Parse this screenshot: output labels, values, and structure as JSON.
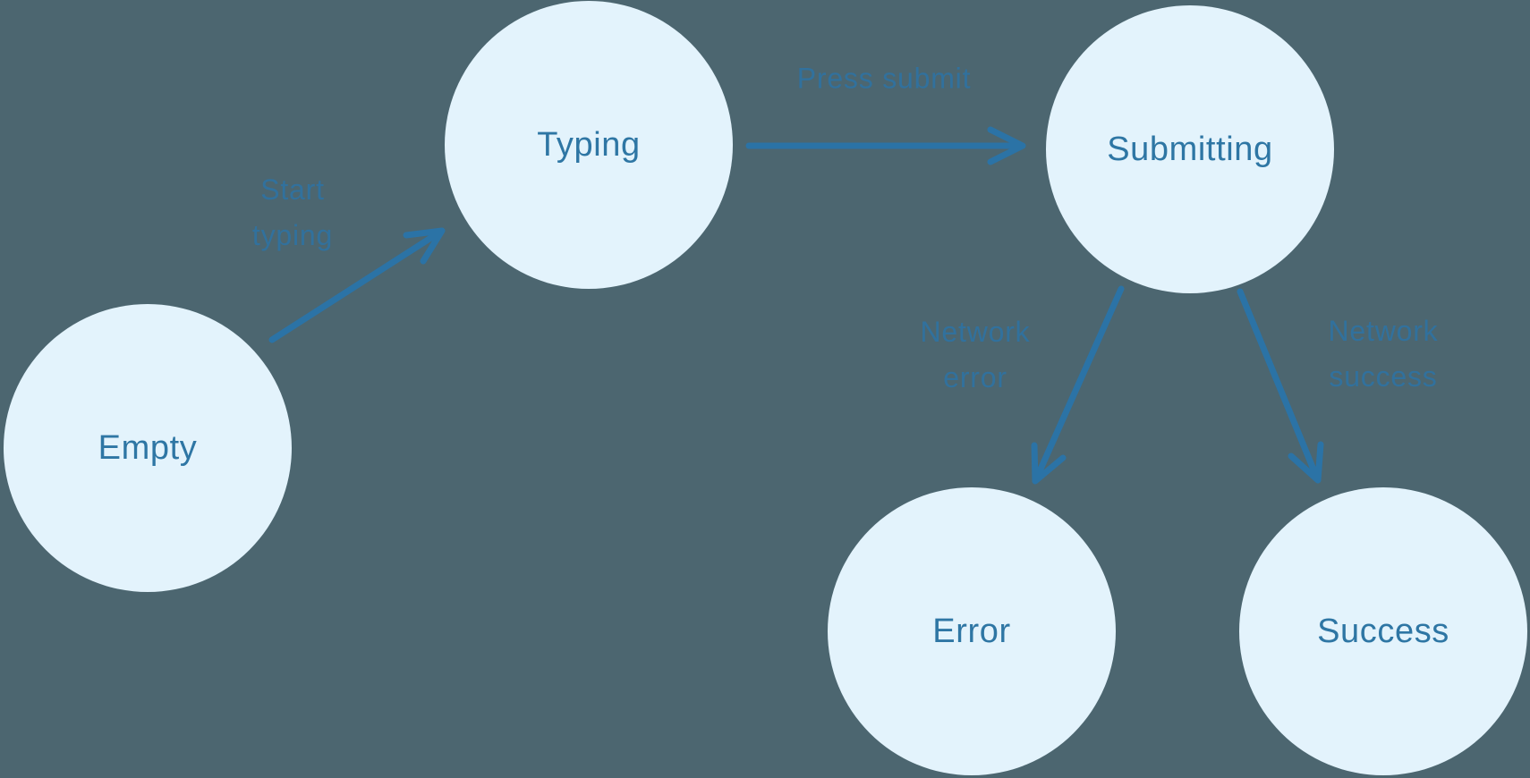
{
  "diagram": {
    "type": "state-machine",
    "colors": {
      "background": "#4C6670",
      "node_fill": "#E3F3FC",
      "node_text": "#2E76A4",
      "arrow": "#2B73A6",
      "edge_label_text": "#31719D"
    },
    "nodes": [
      {
        "id": "empty",
        "label": "Empty"
      },
      {
        "id": "typing",
        "label": "Typing"
      },
      {
        "id": "submitting",
        "label": "Submitting"
      },
      {
        "id": "error",
        "label": "Error"
      },
      {
        "id": "success",
        "label": "Success"
      }
    ],
    "edges": [
      {
        "from": "empty",
        "to": "typing",
        "label": "Start typing",
        "lines": [
          "Start",
          "typing"
        ]
      },
      {
        "from": "typing",
        "to": "submitting",
        "label": "Press submit",
        "lines": [
          "Press submit"
        ]
      },
      {
        "from": "submitting",
        "to": "error",
        "label": "Network error",
        "lines": [
          "Network",
          "error"
        ]
      },
      {
        "from": "submitting",
        "to": "success",
        "label": "Network success",
        "lines": [
          "Network",
          "success"
        ]
      }
    ]
  }
}
